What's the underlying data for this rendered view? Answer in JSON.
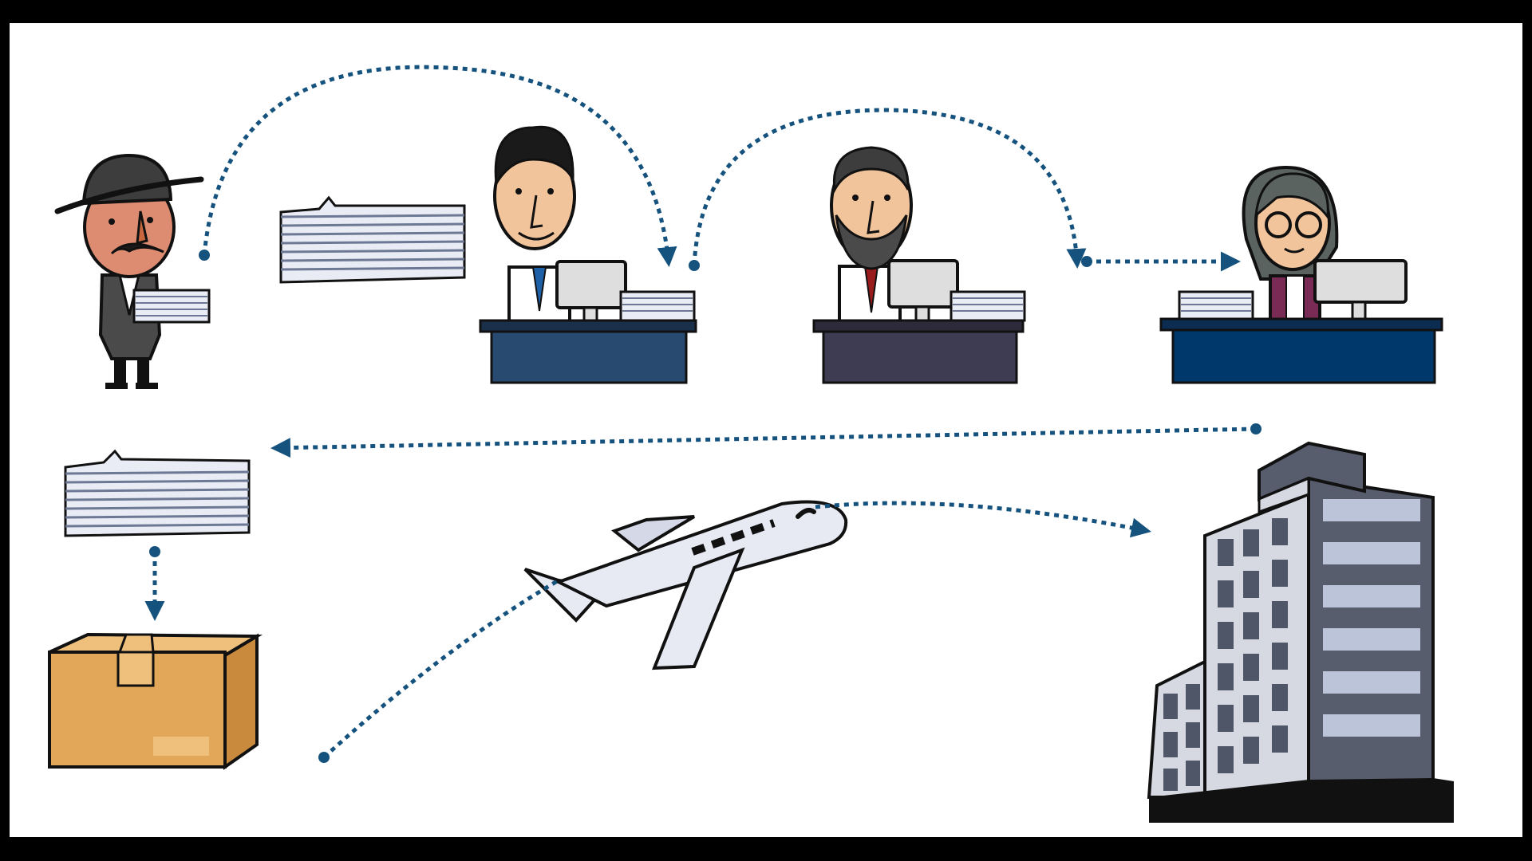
{
  "colors": {
    "frame": "#000000",
    "canvas": "#ffffff",
    "flow_arrow": "#15527e",
    "outline": "#111111",
    "paper": "#e9ecf5",
    "paper_line": "#6c7894",
    "skin": "#f2c49b",
    "courier_skin": "#dd8c72",
    "nose": "#c9683f",
    "desk_1": "#294a70",
    "desk_2": "#3e3c52",
    "desk_3": "#00386c",
    "monitor": "#dedede",
    "box": "#e2a758",
    "box_dark": "#c98a3e",
    "box_tape": "#efc07b",
    "building_wall": "#d7d9e2",
    "building_side": "#585d6d",
    "building_window": "#4e5667",
    "building_stripe": "#bcc4da",
    "building_base": "#111111",
    "plane_body": "#e7e9f3"
  },
  "figures": [
    {
      "id": "courier",
      "role": "courier-with-documents",
      "icon": "courier-icon"
    },
    {
      "id": "clerk-1",
      "role": "office-worker",
      "icon": "clerk-man-icon"
    },
    {
      "id": "clerk-2",
      "role": "bearded-office-worker",
      "icon": "clerk-bearded-icon"
    },
    {
      "id": "clerk-3",
      "role": "woman-office-worker",
      "icon": "clerk-woman-icon"
    }
  ],
  "objects": [
    {
      "id": "document-stack-top",
      "icon": "document-stack-icon"
    },
    {
      "id": "document-stack-bottom",
      "icon": "document-stack-icon"
    },
    {
      "id": "package",
      "icon": "cardboard-box-icon"
    },
    {
      "id": "airplane",
      "icon": "airplane-icon"
    },
    {
      "id": "office-building",
      "icon": "office-building-icon"
    }
  ],
  "flow": [
    {
      "from": "courier",
      "to": "clerk-1"
    },
    {
      "from": "clerk-1",
      "to": "clerk-2"
    },
    {
      "from": "clerk-2",
      "to": "clerk-3"
    },
    {
      "from": "clerk-3",
      "to": "document-stack-bottom"
    },
    {
      "from": "document-stack-bottom",
      "to": "package"
    },
    {
      "from": "package",
      "to": "office-building",
      "via": "airplane"
    }
  ]
}
